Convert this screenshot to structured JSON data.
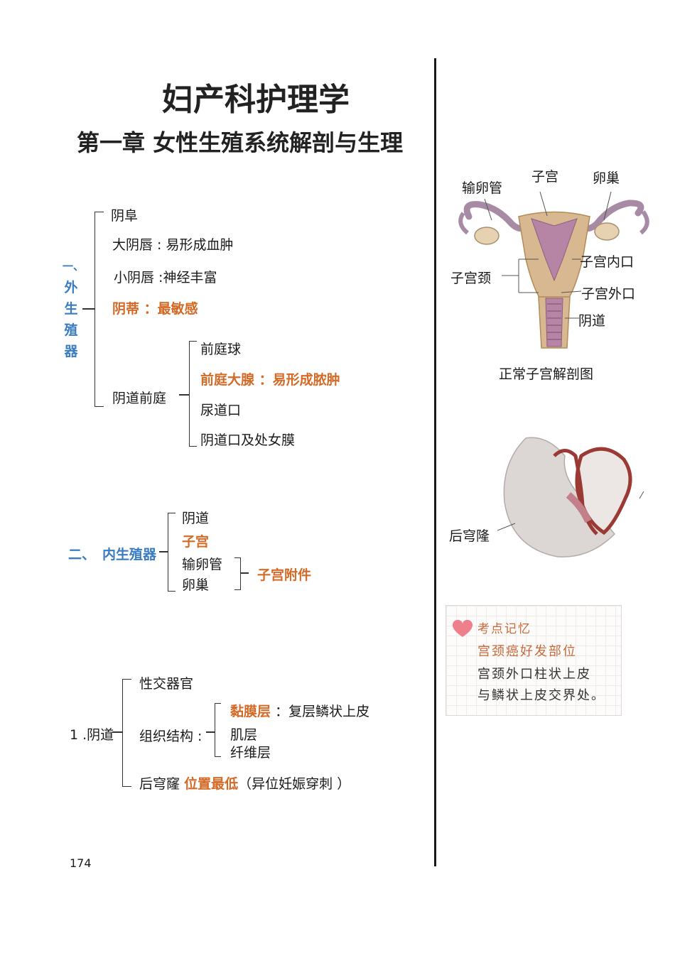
{
  "title": "妇产科护理学",
  "chapter": "第一章 女性生殖系统解剖与生理",
  "section1": {
    "label_chars": [
      "一、",
      "外",
      "生",
      "殖",
      "器"
    ],
    "items": {
      "a": "阴阜",
      "b": "大阴唇 : 易形成血肿",
      "c": "小阴唇 :神经丰富",
      "d": "阴蒂 ：最敏感",
      "vestibule": "阴道前庭",
      "sub": [
        "前庭球",
        "前庭大腺 ：易形成脓肿",
        "尿道口",
        "阴道口及处女膜"
      ]
    }
  },
  "section2": {
    "num": "二、",
    "label": "内生殖器",
    "items": [
      "阴道",
      "子宫",
      "输卵管",
      "卵巢"
    ],
    "adnexa": "子宫附件"
  },
  "section3": {
    "label": "1 .阴道",
    "item1": "性交器官",
    "structure": "组织结构 :",
    "layer_name": "黏膜层",
    "layer_desc": "：复层鳞状上皮",
    "layer2": "肌层",
    "layer3": "纤维层",
    "fornix": "后穹窿",
    "fornix_hl": "位置最低",
    "fornix_note": "（异位妊娠穿刺 ）"
  },
  "page_number": "174",
  "diagram1": {
    "labels": {
      "tube": "输卵管",
      "uterus": "子宫",
      "ovary": "卵巢",
      "os_internal": "子宫内口",
      "cervix": "子宫颈",
      "os_external": "子宫外口",
      "vagina": "阴道"
    },
    "caption": "正常子宫解剖图"
  },
  "diagram2": {
    "label": "后穹隆"
  },
  "note": {
    "heading": "考点记忆",
    "lines": [
      "宫颈癌好发部位",
      "宫颈外口柱状上皮",
      "与鳞状上皮交界处。"
    ]
  },
  "colors": {
    "orange": "#d46a26",
    "blue": "#3a7cc4"
  }
}
